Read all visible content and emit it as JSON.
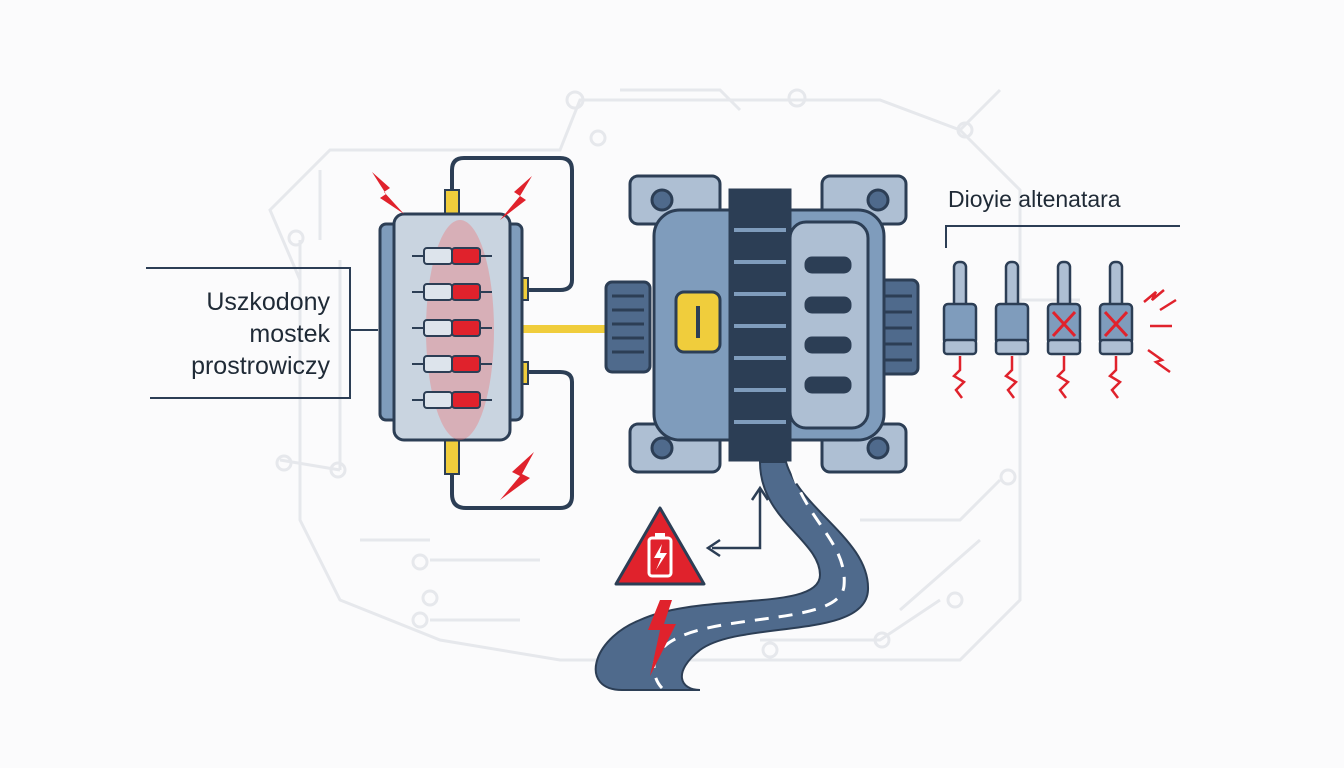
{
  "labels": {
    "rectifier_line1": "Uszkodony",
    "rectifier_line2": "mostek",
    "rectifier_line3": "prostrowiczy",
    "diodes_title": "Dioyie altenatara"
  },
  "colors": {
    "navy": "#2c3e55",
    "steel": "#7f9cbc",
    "steel_light": "#aebfd3",
    "road": "#4f6a8c",
    "alert_red": "#e0222c",
    "yellow": "#f0cd3c",
    "circuit": "#e6e8ec"
  },
  "icons": {
    "warning": "battery-warning-icon",
    "spark": "lightning-spark-icon",
    "diode_failed": "diode-failed-x-icon"
  },
  "diagram": {
    "rectifier_diodes": 5,
    "alternator_diodes": [
      {
        "status": "ok"
      },
      {
        "status": "ok"
      },
      {
        "status": "failed"
      },
      {
        "status": "failed"
      }
    ]
  }
}
